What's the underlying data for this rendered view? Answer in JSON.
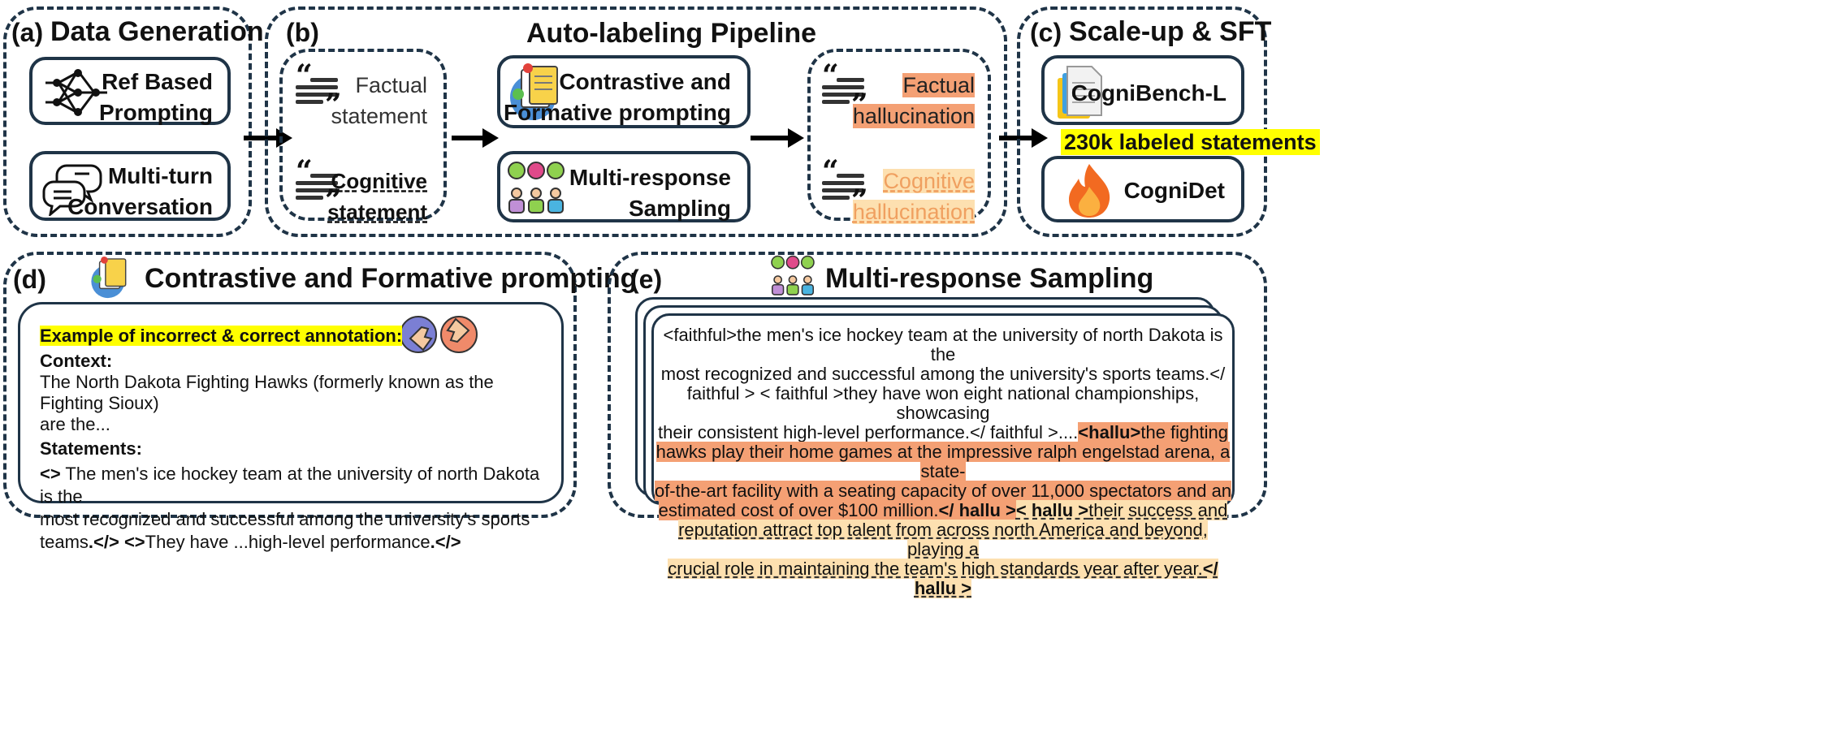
{
  "a": {
    "letter": "(a)",
    "title": "Data Generation",
    "box1": [
      "Ref Based",
      "Prompting"
    ],
    "box2": [
      "Multi-turn",
      "Conversation"
    ]
  },
  "b": {
    "letter": "(b)",
    "title": "Auto-labeling Pipeline",
    "factual": [
      "Factual",
      "statement"
    ],
    "cognitive": [
      "Cognitive",
      "statement"
    ],
    "mid1": [
      "Contrastive and",
      "Formative prompting"
    ],
    "mid2": [
      "Multi-response",
      "Sampling"
    ],
    "out1": [
      "Factual",
      "hallucination"
    ],
    "out2": [
      "Cognitive",
      "hallucination"
    ]
  },
  "c": {
    "letter": "(c)",
    "title": "Scale-up & SFT",
    "box1": "CogniBench-L",
    "label": "230k labeled statements",
    "box2": "CogniDet"
  },
  "d": {
    "letter": "(d)",
    "title": "Contrastive and Formative prompting",
    "example": "Example of incorrect & correct annotation:",
    "context_label": "Context:",
    "context": [
      "The North Dakota Fighting Hawks (formerly known as the  Fighting Sioux)",
      "are the..."
    ],
    "statements_label": "Statements:",
    "s_open": "<>",
    "s1": " The men's ice hockey team at the university of north Dakota is the",
    "s2": "most recognized and successful among the university's sports",
    "s3a": "teams",
    "s3b": ".</> <>",
    "s3c": "They have ...high-level performance",
    "s3d": ".</>"
  },
  "e": {
    "letter": "(e)",
    "title": "Multi-response Sampling",
    "l1": "<faithful>the men's ice hockey team at the university of north Dakota is the",
    "l2": "most recognized and successful among the university's sports teams.</",
    "l3": "faithful > < faithful >they have won eight national championships, showcasing",
    "l4a": "their consistent high-level performance.</ faithful >....",
    "l4b": "<hallu>",
    "l4c": "the fighting",
    "l5": "hawks play their home games at the impressive ralph engelstad arena, a state-",
    "l6": "of-the-art facility with a seating capacity of over 11,000 spectators and an",
    "l7a": "estimated cost of over $100 million.",
    "l7b": "</ hallu >",
    "l7c": "< hallu >",
    "l7d": "their success and",
    "l8": "reputation attract top talent from across north America and beyond, playing a",
    "l9a": "crucial role in maintaining the team's high standards year after year.",
    "l9b": "</ hallu >"
  },
  "colors": {
    "border": "#1f3447",
    "factual_hl": "#f4a074",
    "cognitive_hl": "#fde0b0",
    "yellow": "#ffff00"
  }
}
